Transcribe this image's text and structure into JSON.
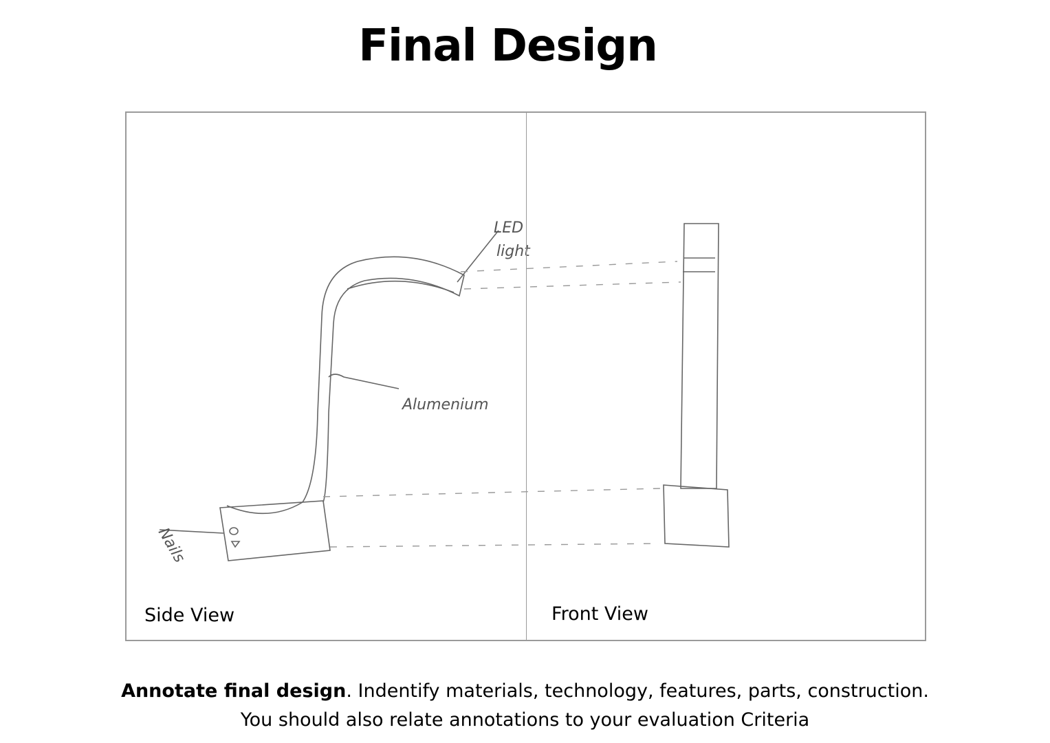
{
  "title": "Final Design",
  "panels": {
    "side": {
      "label": "Side View",
      "annotations": {
        "led": "LED",
        "light": "light",
        "aluminium": "Alumenium",
        "nails": "Nails"
      }
    },
    "front": {
      "label": "Front View"
    }
  },
  "footer": {
    "bold": "Annotate final design",
    "line1_rest": ". Indentify materials, technology, features, parts, construction.",
    "line2": "You should also relate annotations to your evaluation Criteria"
  }
}
